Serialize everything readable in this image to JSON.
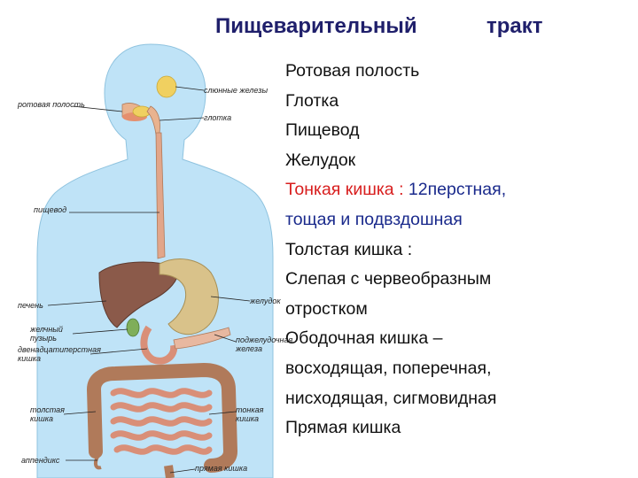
{
  "title": {
    "word1": "Пищеварительный",
    "word2": "тракт"
  },
  "figure_labels": {
    "salivary": "слюнные железы",
    "mouth": "ротовая полость",
    "pharynx": "глотка",
    "esophagus": "пищевод",
    "liver": "печень",
    "stomach": "желудок",
    "gallbladder": "желчный\nпузырь",
    "duodenum": "двенадцатиперстная\nкишка",
    "pancreas": "поджелудочная\nжелеза",
    "large_intestine": "толстая\nкишка",
    "small_intestine": "тонкая\nкишка",
    "appendix": "аппендикс",
    "rectum": "прямая кишка"
  },
  "list": {
    "r1": "Ротовая полость",
    "r2": "Глотка",
    "r3": "Пищевод",
    "r4": "Желудок",
    "r5a": "Тонкая кишка : ",
    "r5b": "12перстная,",
    "r6": "тощая и подвздошная",
    "r7": "Толстая кишка :",
    "r8": "Слепая с червеобразным",
    "r9": "отростком",
    "r10": "Ободочная кишка –",
    "r11": "восходящая, поперечная,",
    "r12": "нисходящая, сигмовидная",
    "r13": "Прямая кишка"
  },
  "colors": {
    "title": "#1f1f6b",
    "red": "#d81e1e",
    "blue": "#1a2a8c",
    "body": "#bfe3f7",
    "liver": "#8b5a4a",
    "stomach": "#d9c28a",
    "intestine": "#d98f78",
    "colon": "#b07a5a",
    "salivary": "#f0d060"
  }
}
